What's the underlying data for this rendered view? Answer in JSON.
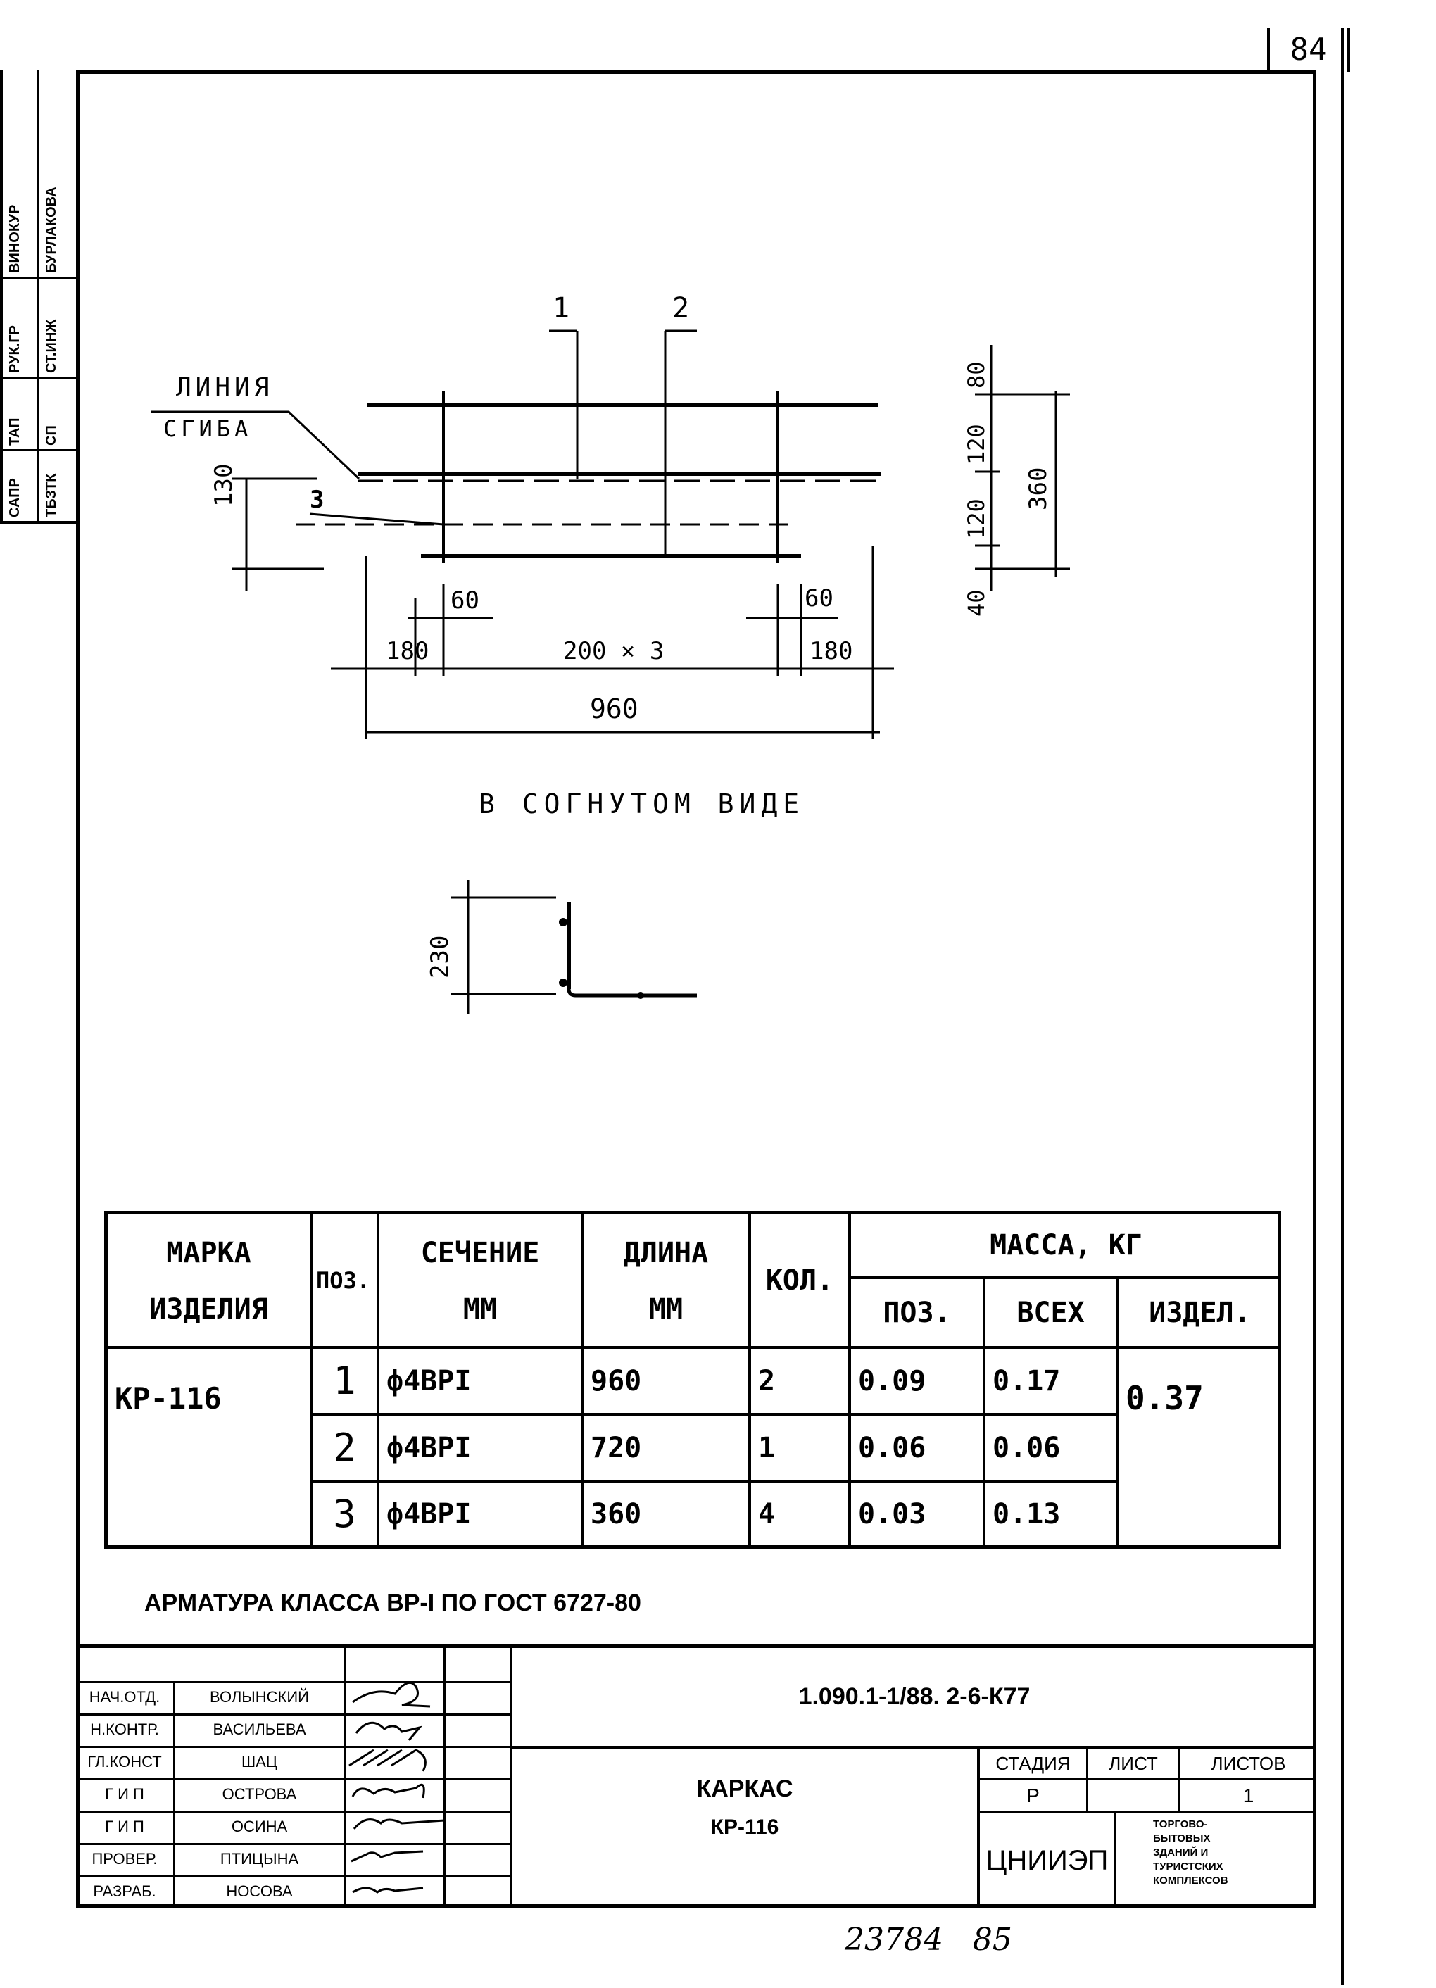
{
  "sheet_number": "84",
  "side_stamp": {
    "row1": [
      "САПР",
      "ТАП",
      "РУК.ГР",
      "ВИНОКУР"
    ],
    "row2": [
      "ТБЗТК",
      "СП",
      "СТ.ИНЖ",
      "БУРЛАКОВА"
    ]
  },
  "drawing": {
    "bend_line_label_1": "ЛИНИЯ",
    "bend_line_label_2": "СГИБА",
    "pos1": "1",
    "pos2": "2",
    "pos3": "3",
    "dim_130": "130",
    "dim_60_left": "60",
    "dim_60_right": "60",
    "dim_180_left": "180",
    "dim_200x3": "200 × 3",
    "dim_180_right": "180",
    "dim_960": "960",
    "dim_80": "80",
    "dim_120_top": "120",
    "dim_120_bottom": "120",
    "dim_40": "40",
    "dim_360": "360",
    "bent_view_caption": "В СОГНУТОМ ВИДЕ",
    "dim_230": "230"
  },
  "spec_table": {
    "headers": {
      "mark_1": "МАРКА",
      "mark_2": "ИЗДЕЛИЯ",
      "pos": "ПОЗ.",
      "section_1": "СЕЧЕНИЕ",
      "section_2": "ММ",
      "length_1": "ДЛИНА",
      "length_2": "ММ",
      "qty": "КОЛ.",
      "mass": "МАССА, КГ",
      "mass_pos": "ПОЗ.",
      "mass_all": "ВСЕХ",
      "mass_item": "ИЗДЕЛ."
    },
    "mark": "КР-116",
    "item_mass": "0.37",
    "rows": [
      {
        "pos": "1",
        "section": "ф4ВРI",
        "length": "960",
        "qty": "2",
        "mass_pos": "0.09",
        "mass_all": "0.17"
      },
      {
        "pos": "2",
        "section": "ф4ВРI",
        "length": "720",
        "qty": "1",
        "mass_pos": "0.06",
        "mass_all": "0.06"
      },
      {
        "pos": "3",
        "section": "ф4ВРI",
        "length": "360",
        "qty": "4",
        "mass_pos": "0.03",
        "mass_all": "0.13"
      }
    ]
  },
  "note": "АРМАТУРА КЛАССА ВР-I ПО ГОСТ 6727-80",
  "title_block": {
    "signatures": [
      {
        "role": "НАЧ.ОТД.",
        "name": "ВОЛЫНСКИЙ"
      },
      {
        "role": "Н.КОНТР.",
        "name": "ВАСИЛЬЕВА"
      },
      {
        "role": "ГЛ.КОНСТ",
        "name": "ШАЦ"
      },
      {
        "role": "Г И П",
        "name": "ОСТРОВА"
      },
      {
        "role": "Г И П",
        "name": "ОСИНА"
      },
      {
        "role": "ПРОВЕР.",
        "name": "ПТИЦЫНА"
      },
      {
        "role": "РАЗРАБ.",
        "name": "НОСОВА"
      }
    ],
    "doc_code": "1.090.1-1/88. 2-6-К77",
    "title_1": "КАРКАС",
    "title_2": "КР-116",
    "stage_label": "СТАДИЯ",
    "sheet_label": "ЛИСТ",
    "sheets_label": "ЛИСТОВ",
    "stage_value": "Р",
    "sheet_value": "",
    "sheets_value": "1",
    "org": "ЦНИИЭП",
    "org_desc_1": "ТОРГОВО-",
    "org_desc_2": "БЫТОВЫХ",
    "org_desc_3": "ЗДАНИЙ И",
    "org_desc_4": "ТУРИСТСКИХ",
    "org_desc_5": "КОМПЛЕКСОВ"
  },
  "footer_numbers": "23784   85"
}
